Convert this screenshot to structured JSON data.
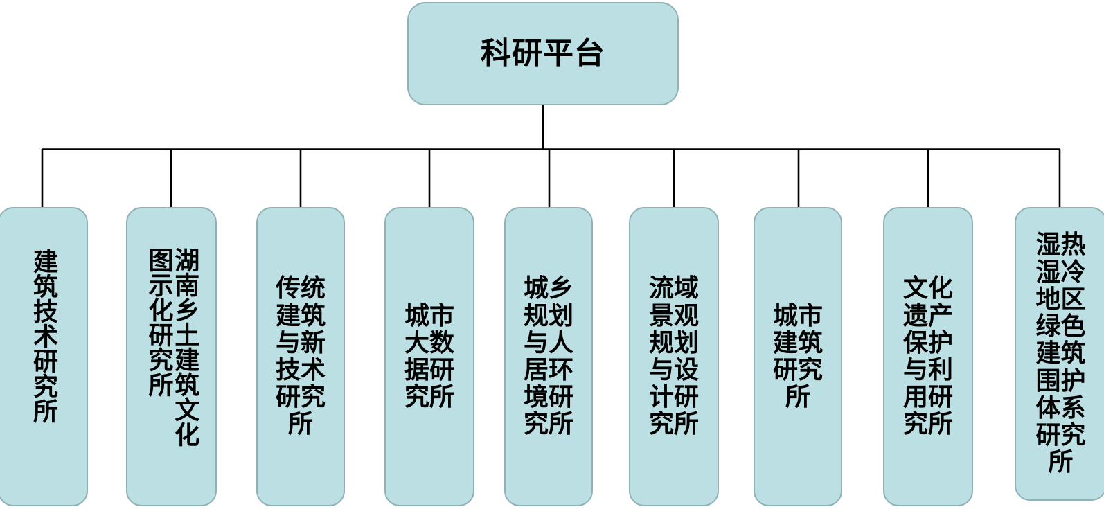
{
  "diagram": {
    "type": "organization-tree",
    "title_node": "科研平台",
    "orientation": "top-down",
    "colors": {
      "node_fill": "#BCDFE3",
      "node_border": "#8FB2B5",
      "connector": "#000000",
      "text": "#000000",
      "background": "#FFFFFF"
    },
    "root": {
      "label": "科研平台"
    },
    "children": [
      {
        "id": "node-1",
        "label": "建筑技术研究所"
      },
      {
        "id": "node-2",
        "label": "湖南乡土建筑文化图示化研究所"
      },
      {
        "id": "node-3",
        "label": "传统建筑与新技术研究所"
      },
      {
        "id": "node-4",
        "label": "城市大数据研究所"
      },
      {
        "id": "node-5",
        "label": "城乡规划与人居环境研究所"
      },
      {
        "id": "node-6",
        "label": "流域景观规划与设计研究所"
      },
      {
        "id": "node-7",
        "label": "城市建筑研究所"
      },
      {
        "id": "node-8",
        "label": "文化遗产保护与利用研究所"
      },
      {
        "id": "node-9",
        "label": "湿热湿冷地区绿色建筑围护体系研究所"
      }
    ]
  }
}
